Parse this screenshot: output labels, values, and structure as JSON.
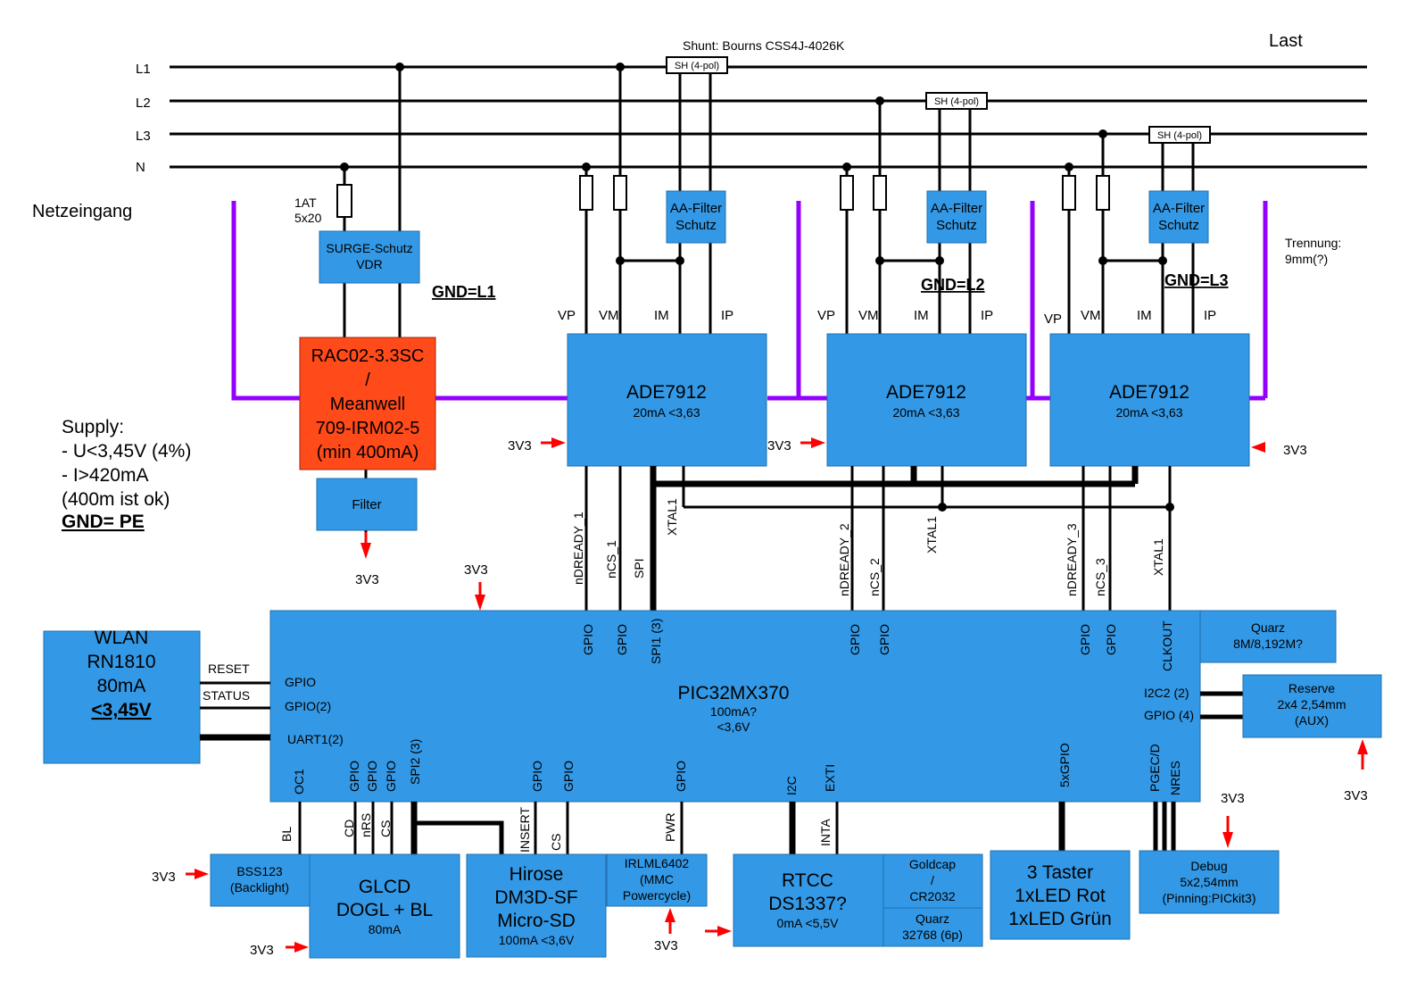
{
  "header": {
    "shunt_title": "Shunt: Bourns CSS4J-4026K",
    "last": "Last",
    "netzeingang": "Netzeingang",
    "trennung_1": "Trennung:",
    "trennung_2": "9mm(?)"
  },
  "lines": {
    "l1": "L1",
    "l2": "L2",
    "l3": "L3",
    "n": "N"
  },
  "shunt": {
    "label": "SH (4-pol)"
  },
  "fuse": {
    "line1": "1AT",
    "line2": "5x20"
  },
  "surge": {
    "line1": "SURGE-Schutz",
    "line2": "VDR"
  },
  "gnd": {
    "l1": "GND=L1",
    "l2": "GND=L2",
    "l3": "GND=L3",
    "pe": "GND= PE"
  },
  "psu": {
    "line1": "RAC02-3.3SC",
    "line2": "/",
    "line3": "Meanwell",
    "line4": "709-IRM02-5",
    "line5": "(min 400mA)"
  },
  "filter": {
    "label": "Filter"
  },
  "supply": {
    "line1": "Supply:",
    "line2": "- U<3,45V (4%)",
    "line3": "- I>420mA",
    "line4": "(400m ist ok)"
  },
  "aa_filter": {
    "line1": "AA-Filter",
    "line2": "Schutz"
  },
  "ade": {
    "title": "ADE7912",
    "sub": "20mA <3,63",
    "vp": "VP",
    "vm": "VM",
    "im": "IM",
    "ip": "IP"
  },
  "power": {
    "v3": "3V3"
  },
  "signals": {
    "ndready_1": "nDREADY_1",
    "ncs_1": "nCS_1",
    "spi": "SPI",
    "xtal1": "XTAL1",
    "ndready_2": "nDREADY_2",
    "ncs_2": "nCS_2",
    "ndready_3": "nDREADY_3",
    "ncs_3": "nCS_3"
  },
  "pic": {
    "title": "PIC32MX370",
    "sub1": "100mA?",
    "sub2": "<3,6V",
    "gpio": "GPIO",
    "gpio2": "GPIO(2)",
    "uart": "UART1(2)",
    "spi1": "SPI1 (3)",
    "clkout": "CLKOUT",
    "i2c2": "I2C2 (2)",
    "gpio4": "GPIO (4)",
    "oc1": "OC1",
    "spi2": "SPI2 (3)",
    "i2c": "I2C",
    "exti": "EXTI",
    "gpio5": "5xGPIO",
    "pgec": "PGEC/D",
    "nres": "NRES"
  },
  "wlan": {
    "line1": "WLAN",
    "line2": "RN1810",
    "line3": "80mA",
    "line4": "<3,45V",
    "reset": "RESET",
    "status": "STATUS"
  },
  "quarz": {
    "line1": "Quarz",
    "line2": "8M/8,192M?"
  },
  "reserve": {
    "line1": "Reserve",
    "line2": "2x4 2,54mm",
    "line3": "(AUX)"
  },
  "bottom_signals": {
    "bl": "BL",
    "cd": "CD",
    "nrs": "nRS",
    "cs": "CS",
    "insert": "INSERT",
    "pwr": "PWR",
    "inta": "INTA"
  },
  "bss": {
    "line1": "BSS123",
    "line2": "(Backlight)"
  },
  "glcd": {
    "line1": "GLCD",
    "line2": "DOGL + BL",
    "line3": "80mA"
  },
  "hirose": {
    "line1": "Hirose",
    "line2": "DM3D-SF",
    "line3": "Micro-SD",
    "line4": "100mA <3,6V"
  },
  "irlml": {
    "line1": "IRLML6402",
    "line2": "(MMC",
    "line3": "Powercycle)"
  },
  "rtcc": {
    "line1": "RTCC",
    "line2": "DS1337?",
    "line3": "0mA <5,5V"
  },
  "goldcap": {
    "line1": "Goldcap",
    "line2": "/",
    "line3": "CR2032"
  },
  "quarz2": {
    "line1": "Quarz",
    "line2": "32768 (6p)"
  },
  "taster": {
    "line1": "3 Taster",
    "line2": "1xLED Rot",
    "line3": "1xLED Grün"
  },
  "debug": {
    "line1": "Debug",
    "line2": "5x2,54mm",
    "line3": "(Pinning:PICkit3)"
  }
}
